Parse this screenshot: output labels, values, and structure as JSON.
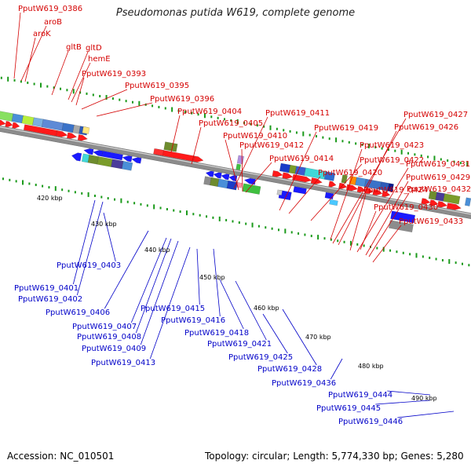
{
  "title": "Pseudomonas putida W619, complete genome",
  "footer": {
    "accession": "Accession: NC_010501",
    "topology": "Topology: circular; Length: 5,774,330 bp; Genes: 5,280"
  },
  "colors": {
    "forward_label": "#d40000",
    "reverse_label": "#0000c8",
    "backbone": "#8c8c8c",
    "tick": "#1a9a1a"
  },
  "kbp_labels": [
    "420 kbp",
    "430 kbp",
    "440 kbp",
    "450 kbp",
    "460 kbp",
    "470 kbp",
    "480 kbp",
    "490 kbp"
  ],
  "forward_genes": [
    "PputW619_0386",
    "aroB",
    "aroK",
    "gltB",
    "gltD",
    "hemE",
    "PputW619_0393",
    "PputW619_0395",
    "PputW619_0396",
    "PputW619_0404",
    "PputW619_0405",
    "PputW619_0411",
    "PputW619_0410",
    "PputW619_0412",
    "PputW619_0414",
    "PputW619_0419",
    "PputW619_0420",
    "PputW619_0422",
    "PputW619_0423",
    "PputW619_0427",
    "PputW619_0426",
    "PputW619_0431",
    "PputW619_0429",
    "PputW619_0424",
    "PputW619_0432",
    "PputW619_0430",
    "PputW619_0433"
  ],
  "reverse_genes": [
    "PputW619_0403",
    "PputW619_0401",
    "PputW619_0402",
    "PputW619_0406",
    "PputW619_0407",
    "PputW619_0408",
    "PputW619_0409",
    "PputW619_0413",
    "PputW619_0415",
    "PputW619_0416",
    "PputW619_0418",
    "PputW619_0421",
    "PputW619_0425",
    "PputW619_0428",
    "PputW619_0436",
    "PputW619_0444",
    "PputW619_0445",
    "PputW619_0446"
  ]
}
